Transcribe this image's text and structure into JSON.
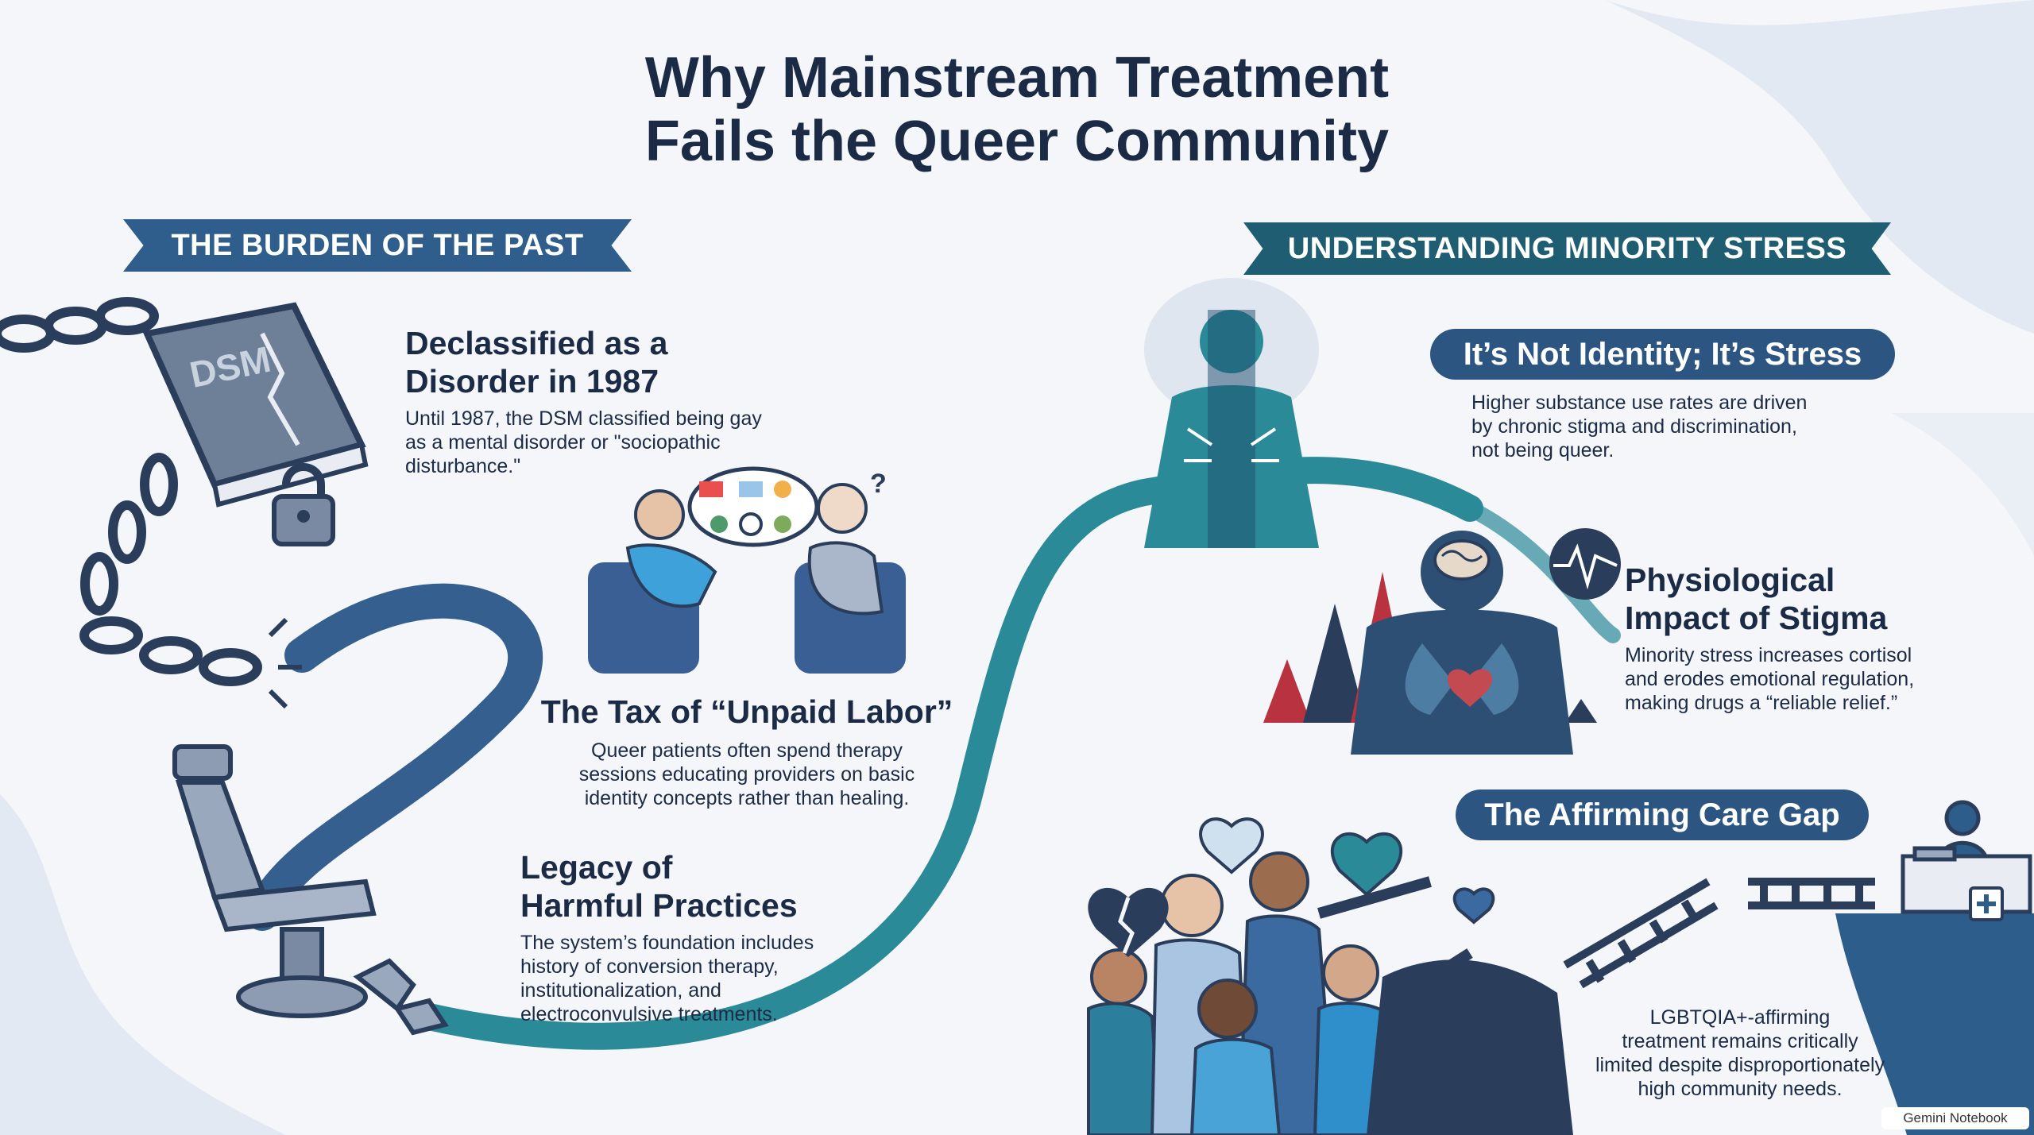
{
  "title_line1": "Why Mainstream Treatment",
  "title_line2": "Fails the Queer Community",
  "left_banner": "THE BURDEN OF THE PAST",
  "right_banner": "UNDERSTANDING MINORITY STRESS",
  "book_label": "DSM",
  "sections": {
    "declassified": {
      "heading_line1": "Declassified as a",
      "heading_line2": "Disorder in 1987",
      "body_line1": "Until 1987, the DSM classified being gay",
      "body_line2": "as a mental disorder or \"sociopathic",
      "body_line3": "disturbance.\""
    },
    "unpaid_labor": {
      "heading": "The Tax of “Unpaid Labor”",
      "body_line1": "Queer patients often spend therapy",
      "body_line2": "sessions educating providers on basic",
      "body_line3": "identity concepts rather than healing."
    },
    "legacy": {
      "heading_line1": "Legacy of",
      "heading_line2": "Harmful Practices",
      "body_line1": "The system’s foundation includes",
      "body_line2": "history of conversion therapy,",
      "body_line3": "institutionalization, and",
      "body_line4": "electroconvulsive treatments."
    },
    "not_identity": {
      "pill": "It’s Not Identity; It’s Stress",
      "body_line1": "Higher substance use rates are driven",
      "body_line2": "by chronic stigma and discrimination,",
      "body_line3": "not being queer."
    },
    "physiological": {
      "heading_line1": "Physiological",
      "heading_line2": "Impact of Stigma",
      "body_line1": "Minority stress increases cortisol",
      "body_line2": "and erodes emotional regulation,",
      "body_line3": "making drugs a “reliable relief.”"
    },
    "care_gap": {
      "pill": "The Affirming Care Gap",
      "body_line1": "LGBTQIA+-affirming",
      "body_line2": "treatment remains critically",
      "body_line3": "limited despite disproportionately",
      "body_line4": "high community needs."
    }
  },
  "watermark": "Gemini Notebook",
  "colors": {
    "navy": "#1c2b45",
    "blue": "#2f5e8c",
    "teal": "#1f5e72",
    "pill": "#2c5582",
    "stream_teal": "#2b8a98",
    "red": "#b8323f"
  },
  "icons": [
    "broken-chain-icon",
    "dsm-book-icon",
    "padlock-icon",
    "therapy-session-icon",
    "electroshock-chair-icon",
    "human-silhouette-icon",
    "brain-icon",
    "lungs-heart-icon",
    "heartbeat-icon",
    "broken-heart-icon",
    "heart-icon",
    "community-group-icon",
    "broken-bridge-icon",
    "clinic-desk-icon",
    "medical-cross-icon"
  ]
}
